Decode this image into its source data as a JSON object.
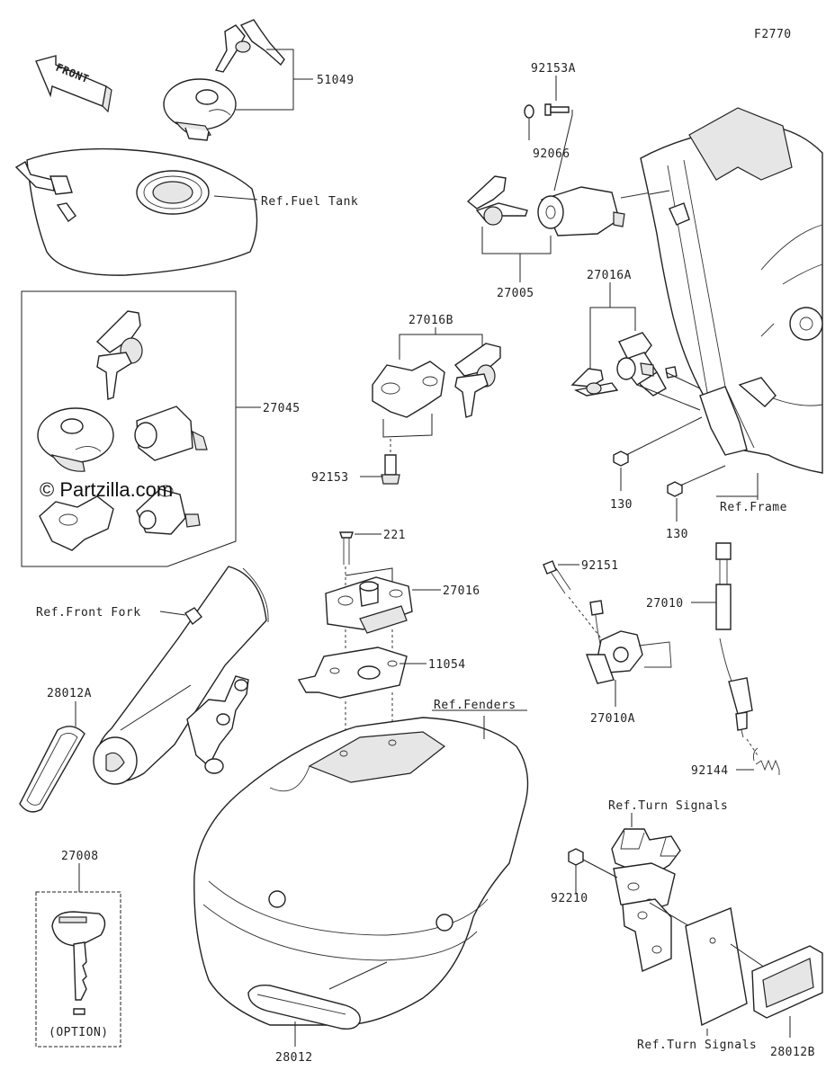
{
  "figure_code": "F2770",
  "watermark": "© Partzilla.com",
  "front_arrow_text": "FRONT",
  "option_text": "(OPTION)",
  "labels": {
    "p51049": "51049",
    "p92153A": "92153A",
    "p92066": "92066",
    "p27005": "27005",
    "ref_fuel_tank": "Ref.Fuel Tank",
    "p27016B": "27016B",
    "p27016A": "27016A",
    "p27045": "27045",
    "p92153": "92153",
    "p130_a": "130",
    "p130_b": "130",
    "ref_frame": "Ref.Frame",
    "p221": "221",
    "p27016": "27016",
    "p11054": "11054",
    "ref_front_fork": "Ref.Front Fork",
    "p28012A": "28012A",
    "ref_fenders": "Ref.Fenders",
    "p92151": "92151",
    "p27010": "27010",
    "p27010A": "27010A",
    "p92144": "92144",
    "ref_turn_signals_top": "Ref.Turn Signals",
    "p92210": "92210",
    "p27008": "27008",
    "p28012": "28012",
    "ref_turn_signals_bottom": "Ref.Turn Signals",
    "p28012B": "28012B"
  }
}
